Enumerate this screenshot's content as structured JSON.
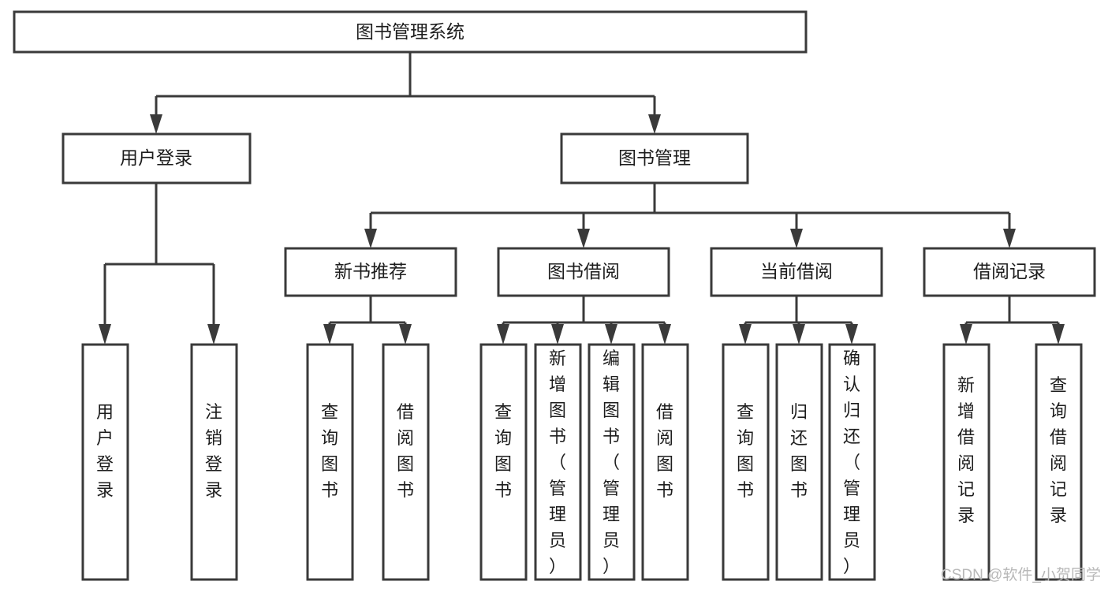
{
  "diagram": {
    "type": "tree-hierarchy-chart",
    "title": "图书管理系统",
    "orientation": "top-down",
    "colors": {
      "box_stroke": "#3a3a3a",
      "box_fill": "#ffffff",
      "connector": "#3a3a3a",
      "text": "#1d1d1d",
      "watermark": "#b8b8b8",
      "background": "#ffffff"
    },
    "root": {
      "id": "root",
      "label": "图书管理系统",
      "text_orientation": "horizontal"
    },
    "level2": [
      {
        "id": "user-login",
        "label": "用户登录",
        "text_orientation": "horizontal"
      },
      {
        "id": "book-management",
        "label": "图书管理",
        "text_orientation": "horizontal"
      }
    ],
    "level3": [
      {
        "id": "new-book-recommend",
        "label": "新书推荐",
        "parent": "book-management",
        "text_orientation": "horizontal"
      },
      {
        "id": "book-borrow",
        "label": "图书借阅",
        "parent": "book-management",
        "text_orientation": "horizontal"
      },
      {
        "id": "current-borrow",
        "label": "当前借阅",
        "parent": "book-management",
        "text_orientation": "horizontal"
      },
      {
        "id": "borrow-record",
        "label": "借阅记录",
        "parent": "book-management",
        "text_orientation": "horizontal"
      }
    ],
    "leaves": [
      {
        "id": "leaf-user-login",
        "parent": "user-login",
        "label": "用户登录",
        "chars": [
          "用",
          "户",
          "登",
          "录"
        ],
        "text_orientation": "vertical"
      },
      {
        "id": "leaf-logout",
        "parent": "user-login",
        "label": "注销登录",
        "chars": [
          "注",
          "销",
          "登",
          "录"
        ],
        "text_orientation": "vertical"
      },
      {
        "id": "leaf-query-book-new",
        "parent": "new-book-recommend",
        "label": "查询图书",
        "chars": [
          "查",
          "询",
          "图",
          "书"
        ],
        "text_orientation": "vertical"
      },
      {
        "id": "leaf-borrow-book-new",
        "parent": "new-book-recommend",
        "label": "借阅图书",
        "chars": [
          "借",
          "阅",
          "图",
          "书"
        ],
        "text_orientation": "vertical"
      },
      {
        "id": "leaf-query-book-borrow",
        "parent": "book-borrow",
        "label": "查询图书",
        "chars": [
          "查",
          "询",
          "图",
          "书"
        ],
        "text_orientation": "vertical"
      },
      {
        "id": "leaf-add-book",
        "parent": "book-borrow",
        "label": "新增图书（管理员）",
        "chars": [
          "新",
          "增",
          "图",
          "书",
          "（",
          "管",
          "理",
          "员",
          "）"
        ],
        "text_orientation": "vertical"
      },
      {
        "id": "leaf-edit-book",
        "parent": "book-borrow",
        "label": "编辑图书（管理员）",
        "chars": [
          "编",
          "辑",
          "图",
          "书",
          "（",
          "管",
          "理",
          "员",
          "）"
        ],
        "text_orientation": "vertical"
      },
      {
        "id": "leaf-borrow-book",
        "parent": "book-borrow",
        "label": "借阅图书",
        "chars": [
          "借",
          "阅",
          "图",
          "书"
        ],
        "text_orientation": "vertical"
      },
      {
        "id": "leaf-query-book-current",
        "parent": "current-borrow",
        "label": "查询图书",
        "chars": [
          "查",
          "询",
          "图",
          "书"
        ],
        "text_orientation": "vertical"
      },
      {
        "id": "leaf-return-book",
        "parent": "current-borrow",
        "label": "归还图书",
        "chars": [
          "归",
          "还",
          "图",
          "书"
        ],
        "text_orientation": "vertical"
      },
      {
        "id": "leaf-confirm-return",
        "parent": "current-borrow",
        "label": "确认归还（管理员）",
        "chars": [
          "确",
          "认",
          "归",
          "还",
          "（",
          "管",
          "理",
          "员",
          "）"
        ],
        "text_orientation": "vertical"
      },
      {
        "id": "leaf-add-record",
        "parent": "borrow-record",
        "label": "新增借阅记录",
        "chars": [
          "新",
          "增",
          "借",
          "阅",
          "记",
          "录"
        ],
        "text_orientation": "vertical"
      },
      {
        "id": "leaf-query-record",
        "parent": "borrow-record",
        "label": "查询借阅记录",
        "chars": [
          "查",
          "询",
          "借",
          "阅",
          "记",
          "录"
        ],
        "text_orientation": "vertical"
      }
    ],
    "watermark": "CSDN @软件_小贺同学"
  }
}
